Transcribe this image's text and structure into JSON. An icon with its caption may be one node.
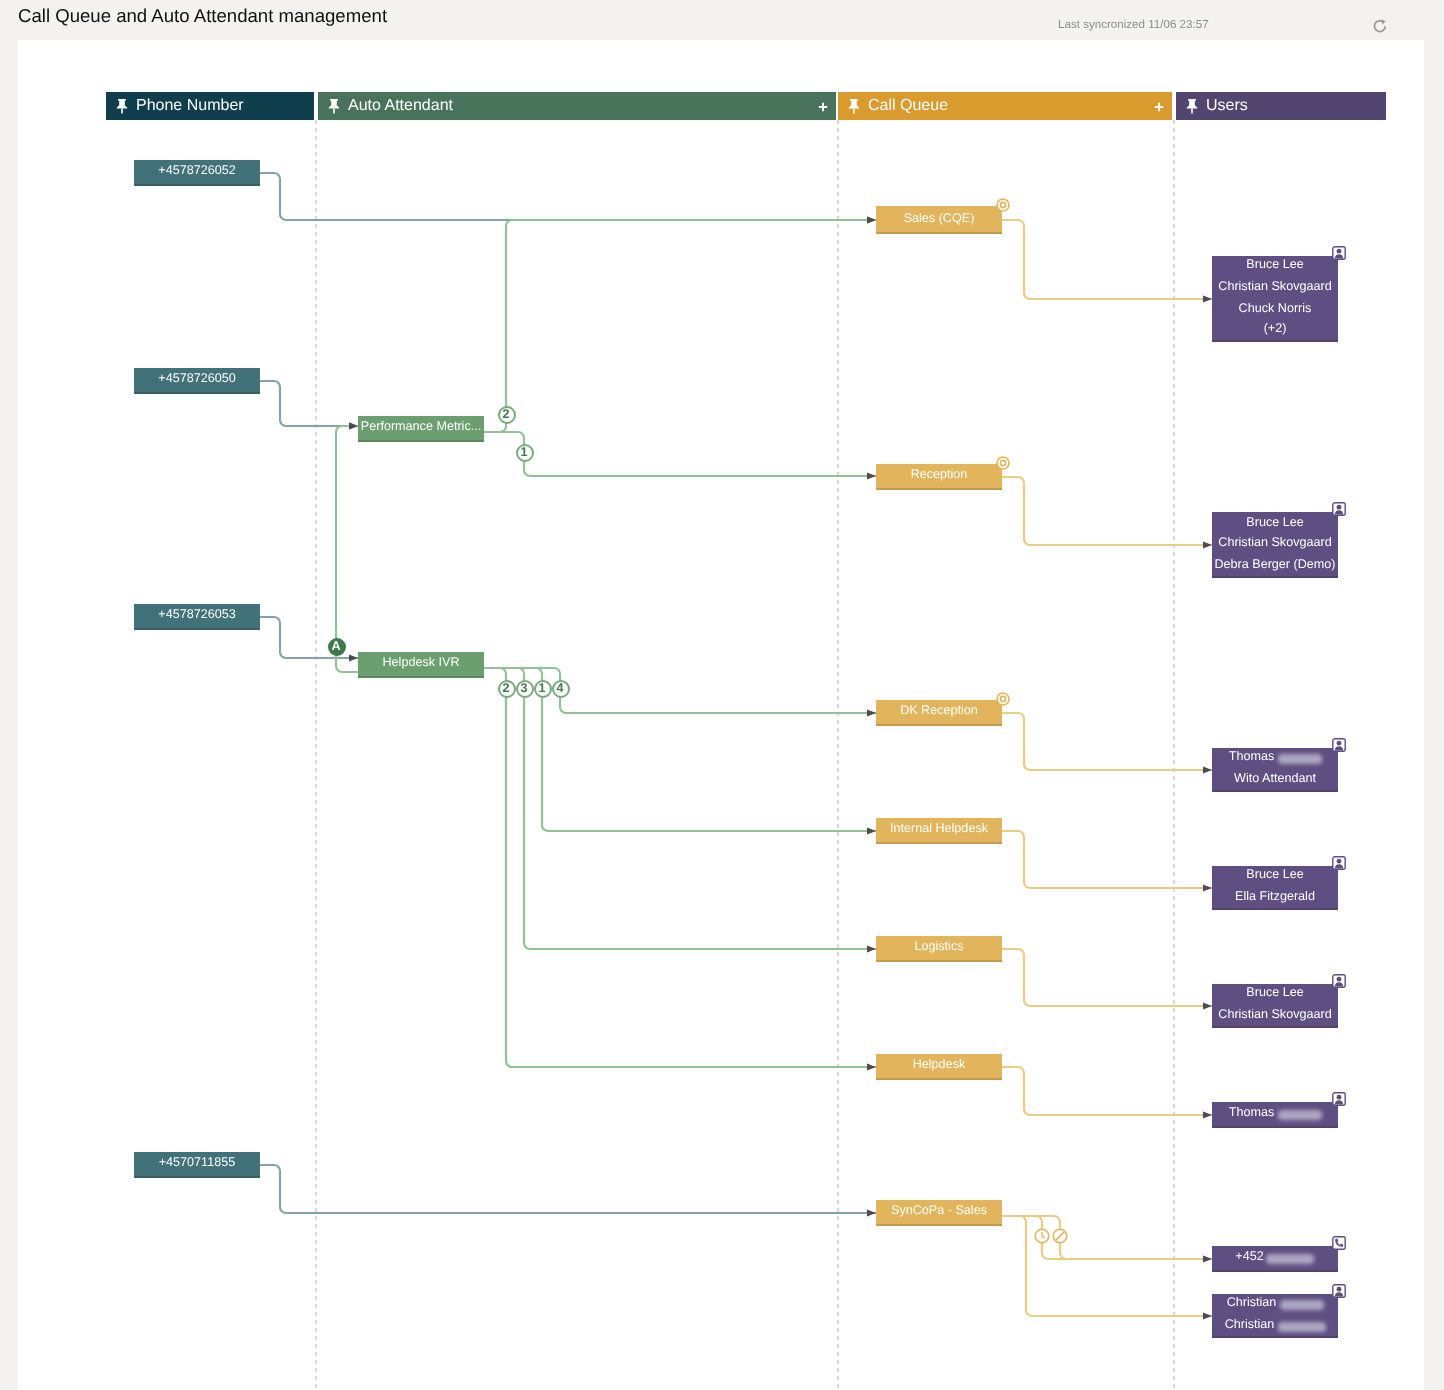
{
  "diagram": {
    "title": "Call Queue and Auto Attendant management",
    "nodes": [
      {
        "text": [
          "Phone Number"
        ]
      },
      {
        "text": [
          "Auto Attendant"
        ]
      },
      {
        "text": [
          "Call Queue"
        ]
      },
      {
        "text": [
          "Users"
        ]
      },
      {
        "text": [
          "+4578726052"
        ]
      },
      {
        "text": [
          "+4578726050"
        ]
      },
      {
        "text": [
          "+4578726053"
        ]
      },
      {
        "text": [
          "+4570711855"
        ]
      },
      {
        "text": [
          "Performance Metric..."
        ]
      },
      {
        "text": [
          "Helpdesk IVR"
        ]
      },
      {
        "text": [
          "Sales (CQE)"
        ]
      },
      {
        "text": [
          "Reception"
        ]
      },
      {
        "text": [
          "DK Reception"
        ]
      },
      {
        "text": [
          "Internal Helpdesk"
        ]
      },
      {
        "text": [
          "Logistics"
        ]
      },
      {
        "text": [
          "Helpdesk"
        ]
      },
      {
        "text": [
          "SynCoPa - Sales"
        ]
      },
      {
        "text": [
          "Bruce Lee",
          "Christian Skovgaard",
          "Chuck Norris",
          "(+2)"
        ]
      },
      {
        "text": [
          "Bruce Lee",
          "Christian Skovgaard",
          "Debra Berger (Demo)"
        ]
      },
      {
        "text": [
          "Thomas",
          "Wito Attendant"
        ]
      },
      {
        "text": [
          "Bruce Lee",
          "Ella Fitzgerald"
        ]
      },
      {
        "text": [
          "Bruce Lee",
          "Christian Skovgaard"
        ]
      },
      {
        "text": [
          "Thomas"
        ]
      },
      {
        "text": [
          "+452"
        ]
      },
      {
        "text": [
          "Christian",
          "Christian"
        ]
      }
    ],
    "edges": [
      {
        "from": 4,
        "to": 10,
        "arrow": "to",
        "color": "#87a3a9"
      },
      {
        "from": 5,
        "to": 8,
        "arrow": "to",
        "color": "#87a3a9"
      },
      {
        "from": 6,
        "to": 9,
        "arrow": "to",
        "color": "#87a3a9"
      },
      {
        "from": 7,
        "to": 16,
        "arrow": "to",
        "color": "#87a3a9"
      },
      {
        "from": 8,
        "to": 10,
        "label": "2",
        "arrow": "to",
        "color": "#92c196"
      },
      {
        "from": 8,
        "to": 11,
        "label": "1",
        "arrow": "to",
        "color": "#92c196"
      },
      {
        "from": 9,
        "to": 8,
        "label": "A",
        "arrow": "to",
        "color": "#92c196"
      },
      {
        "from": 9,
        "to": 15,
        "label": "2",
        "arrow": "to",
        "color": "#92c196"
      },
      {
        "from": 9,
        "to": 14,
        "label": "3",
        "arrow": "to",
        "color": "#92c196"
      },
      {
        "from": 9,
        "to": 13,
        "label": "1",
        "arrow": "to",
        "color": "#92c196"
      },
      {
        "from": 9,
        "to": 12,
        "label": "4",
        "arrow": "to",
        "color": "#92c196"
      },
      {
        "from": 10,
        "to": 17,
        "arrow": "to"
      },
      {
        "from": 11,
        "to": 18,
        "arrow": "to"
      },
      {
        "from": 12,
        "to": 19,
        "arrow": "to"
      },
      {
        "from": 13,
        "to": 20,
        "arrow": "to"
      },
      {
        "from": 14,
        "to": 21,
        "arrow": "to"
      },
      {
        "from": 15,
        "to": 22,
        "arrow": "to"
      },
      {
        "from": 16,
        "to": 23,
        "arrow": "to"
      },
      {
        "from": 16,
        "to": 24,
        "arrow": "to"
      }
    ],
    "labels": [
      "Last syncronized 11/06 23:57"
    ]
  }
}
